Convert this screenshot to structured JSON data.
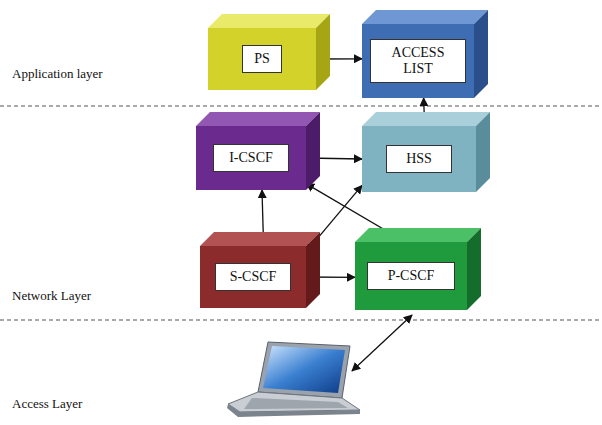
{
  "diagram": {
    "nodes": [
      {
        "text": [
          "PS"
        ]
      },
      {
        "text": [
          "ACCESS LIST"
        ]
      },
      {
        "text": [
          "I-CSCF"
        ]
      },
      {
        "text": [
          "HSS"
        ]
      },
      {
        "text": [
          "S-CSCF"
        ]
      },
      {
        "text": [
          "P-CSCF"
        ]
      }
    ],
    "edges": [
      {
        "from": 0,
        "to": 1,
        "arrow": "both"
      },
      {
        "from": 1,
        "to": 3,
        "arrow": "both"
      },
      {
        "from": 2,
        "to": 3,
        "arrow": "both"
      },
      {
        "from": 2,
        "to": 4,
        "arrow": "both"
      },
      {
        "from": 2,
        "to": 5,
        "arrow": "both"
      },
      {
        "from": 3,
        "to": 4,
        "arrow": "both"
      },
      {
        "from": 4,
        "to": 5,
        "arrow": "both"
      }
    ],
    "labels": [
      "Application layer",
      "Network Layer",
      "Access Layer"
    ]
  }
}
